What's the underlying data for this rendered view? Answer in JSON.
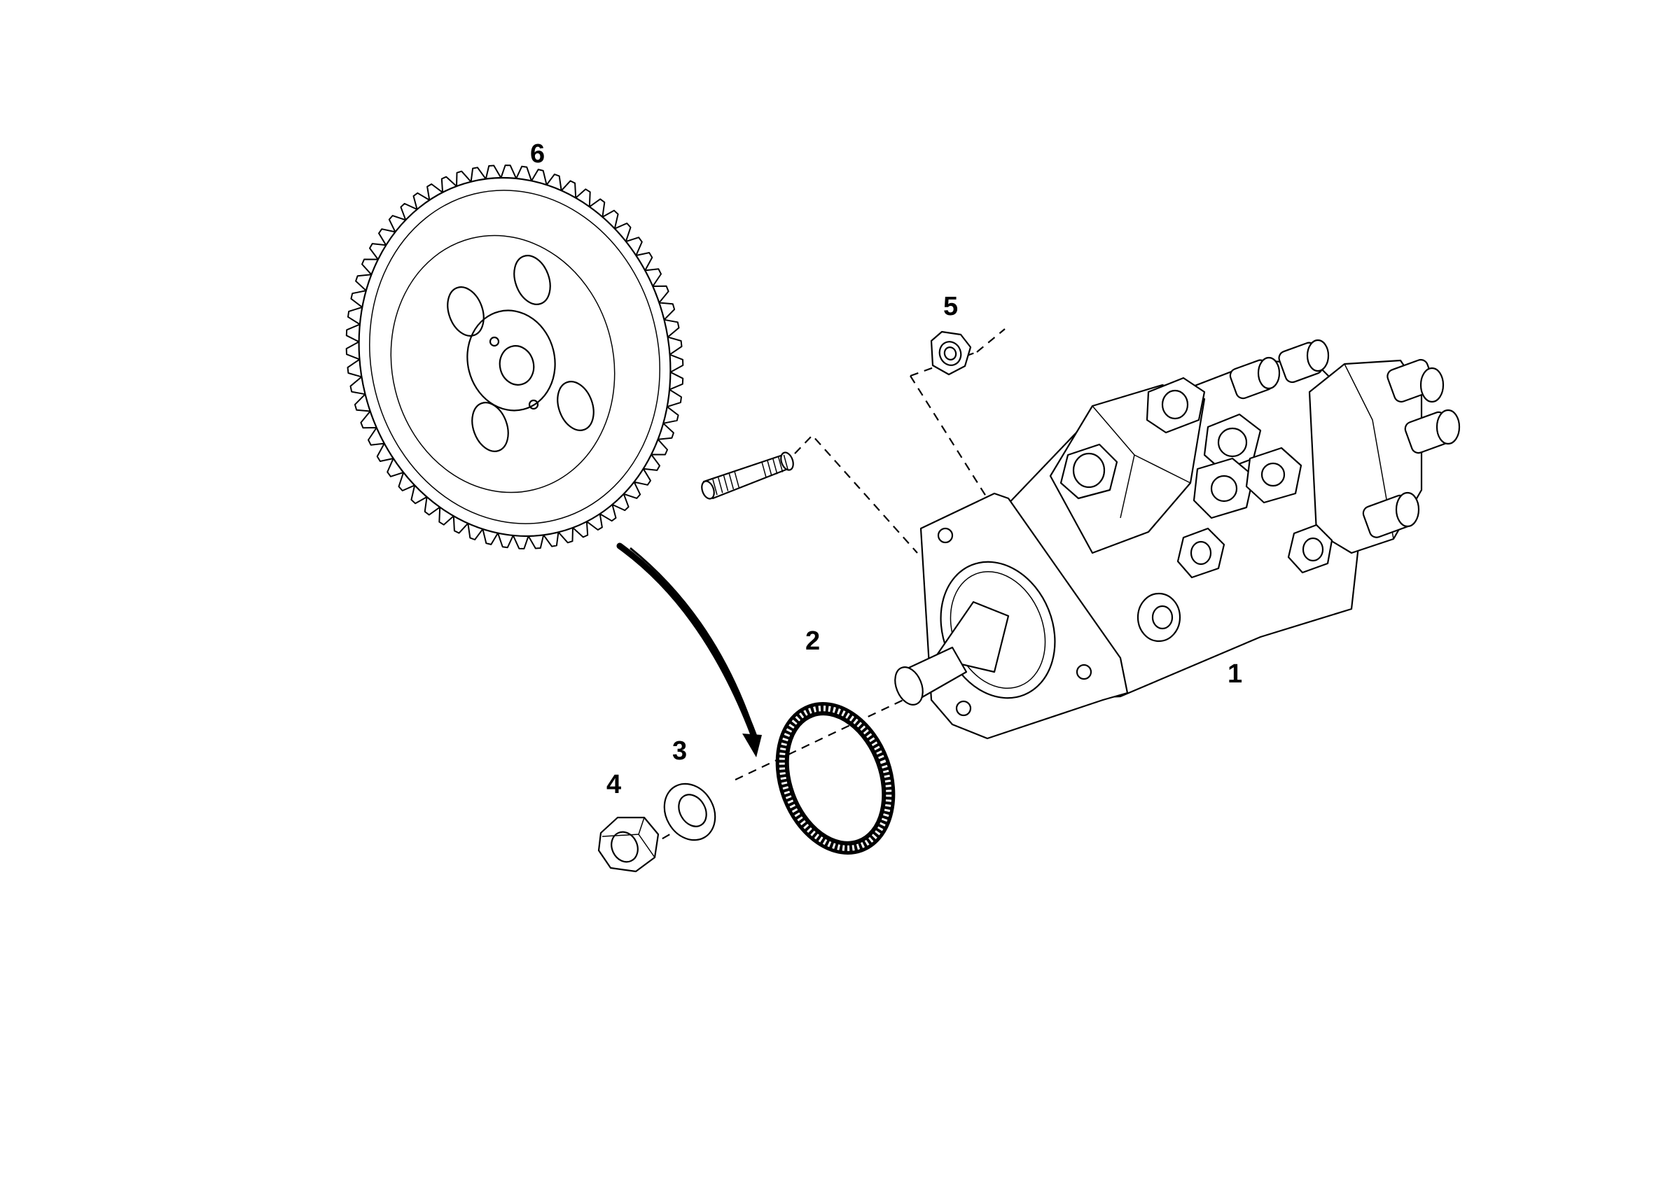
{
  "callouts": {
    "part1": "1",
    "part2": "2",
    "part3": "3",
    "part4": "4",
    "part5": "5",
    "part6": "6"
  },
  "colors": {
    "line": "#000000",
    "background": "#ffffff"
  }
}
